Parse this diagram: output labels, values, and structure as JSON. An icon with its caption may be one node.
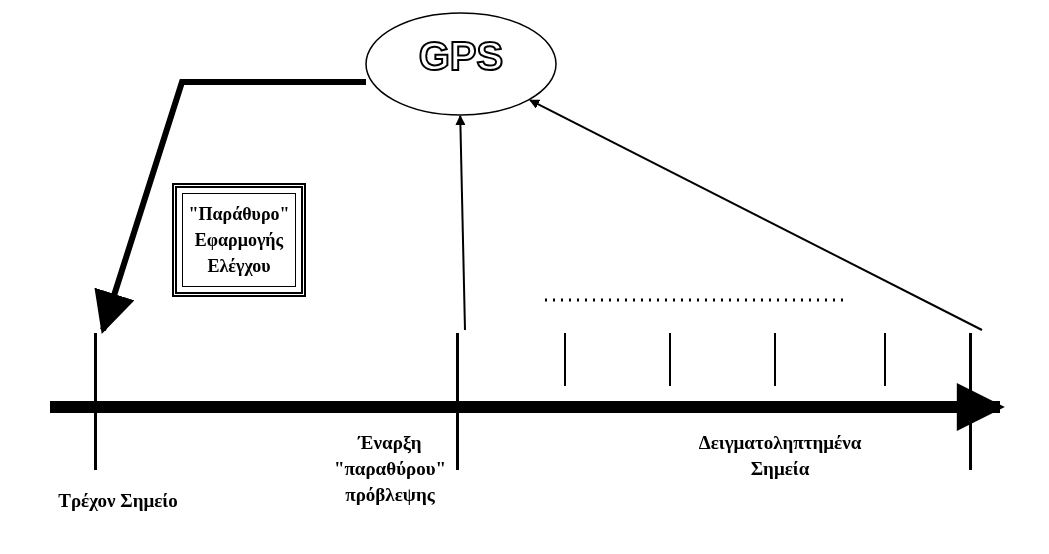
{
  "diagram": {
    "nodes": [
      {
        "text": [
          "GPS"
        ]
      },
      {
        "text": [
          "\"Παράθυρο\" Εφαρμογής Ελέγχου"
        ]
      },
      {
        "text": [
          "Τρέχον Σημείο"
        ]
      },
      {
        "text": [
          "Έναρξη \"παραθύρου\" πρόβλεψης"
        ]
      },
      {
        "text": [],
        "shape": "bar"
      }
    ],
    "edges": [
      {
        "from": 0,
        "to": 2,
        "arrow": "to",
        "style": "thick"
      },
      {
        "from": 3,
        "to": 0,
        "arrow": "to"
      },
      {
        "from": 4,
        "to": 0,
        "arrow": "to"
      }
    ],
    "labels": [
      "Δειγματοληπτημένα Σημεία"
    ]
  }
}
